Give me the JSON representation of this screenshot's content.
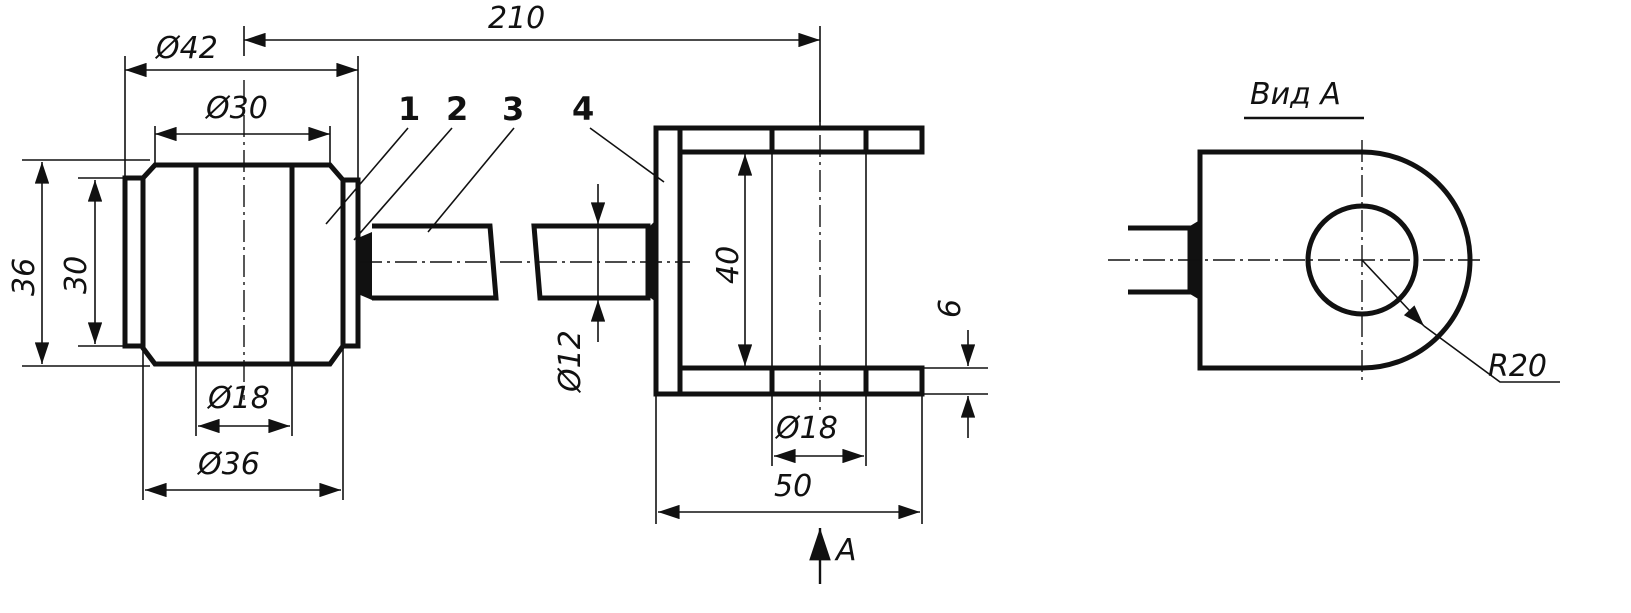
{
  "dimensions": {
    "d42": "Ø42",
    "len210": "210",
    "d30": "Ø30",
    "h36": "36",
    "h30": "30",
    "d18_left": "Ø18",
    "d36": "Ø36",
    "d12": "Ø12",
    "h40": "40",
    "t6": "6",
    "d18_right": "Ø18",
    "w50": "50",
    "r20": "R20"
  },
  "part_labels": [
    "1",
    "2",
    "3",
    "4"
  ],
  "view": {
    "arrow_label": "A",
    "title": "Вид A"
  }
}
